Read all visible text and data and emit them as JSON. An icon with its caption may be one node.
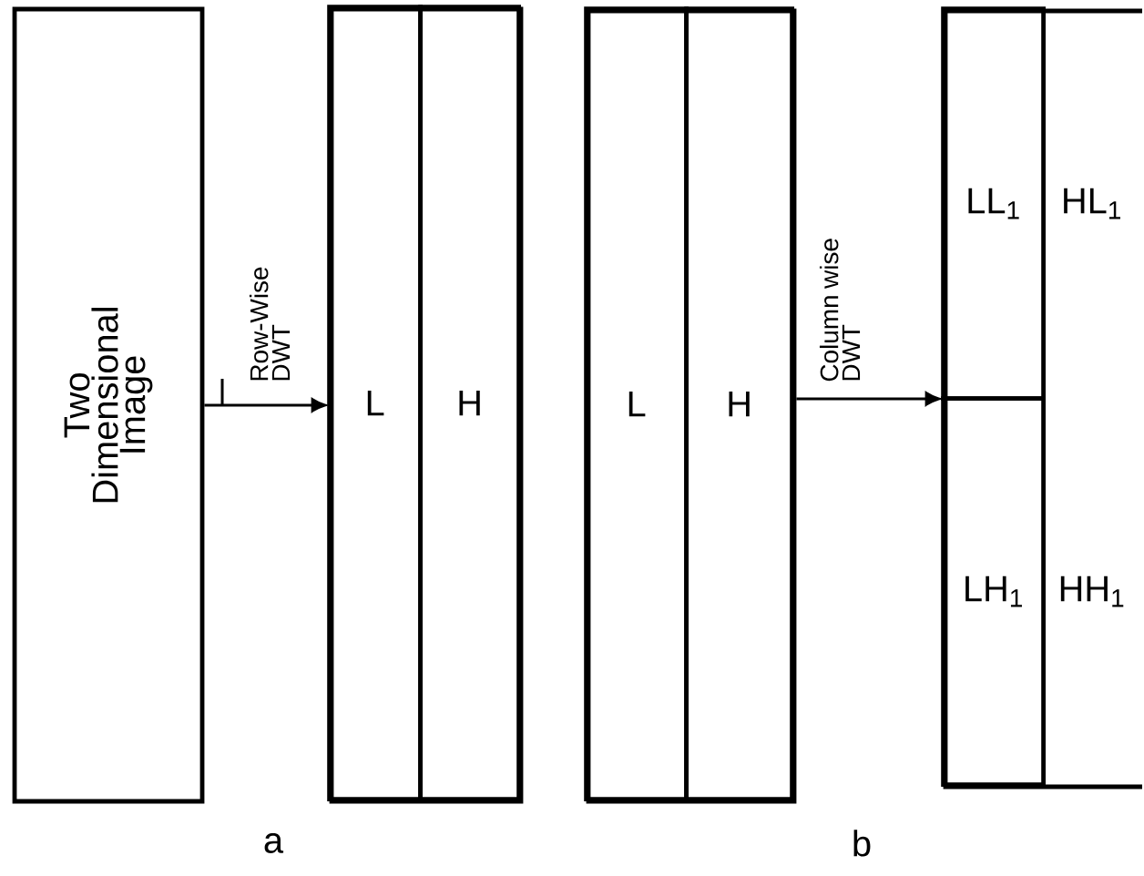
{
  "diagram": {
    "nodes": [
      {
        "text": [
          "Two Dimensional Image"
        ]
      },
      {
        "text": [],
        "shape": "box"
      },
      {
        "text": [
          "L"
        ],
        "in": 1
      },
      {
        "text": [
          "H"
        ],
        "in": 1
      },
      {
        "text": [],
        "shape": "box"
      },
      {
        "text": [
          "L"
        ],
        "in": 4
      },
      {
        "text": [
          "H"
        ],
        "in": 4
      },
      {
        "text": [],
        "shape": "box"
      },
      {
        "text": [
          "LL$_{1}$"
        ],
        "in": 7
      },
      {
        "text": [
          "HL$_{1}$"
        ],
        "in": 7
      },
      {
        "text": [
          "LH$_{1}$"
        ],
        "in": 7
      },
      {
        "text": [
          "HH$_{1}$"
        ],
        "in": 7
      }
    ],
    "edges": [
      {
        "from": 0,
        "to": 1,
        "arrow": "to",
        "label": "Row-Wise DWT"
      },
      {
        "from": 4,
        "to": 7,
        "arrow": "to",
        "label": "Column wise DWT"
      }
    ],
    "labels": [
      "a",
      "b"
    ]
  }
}
